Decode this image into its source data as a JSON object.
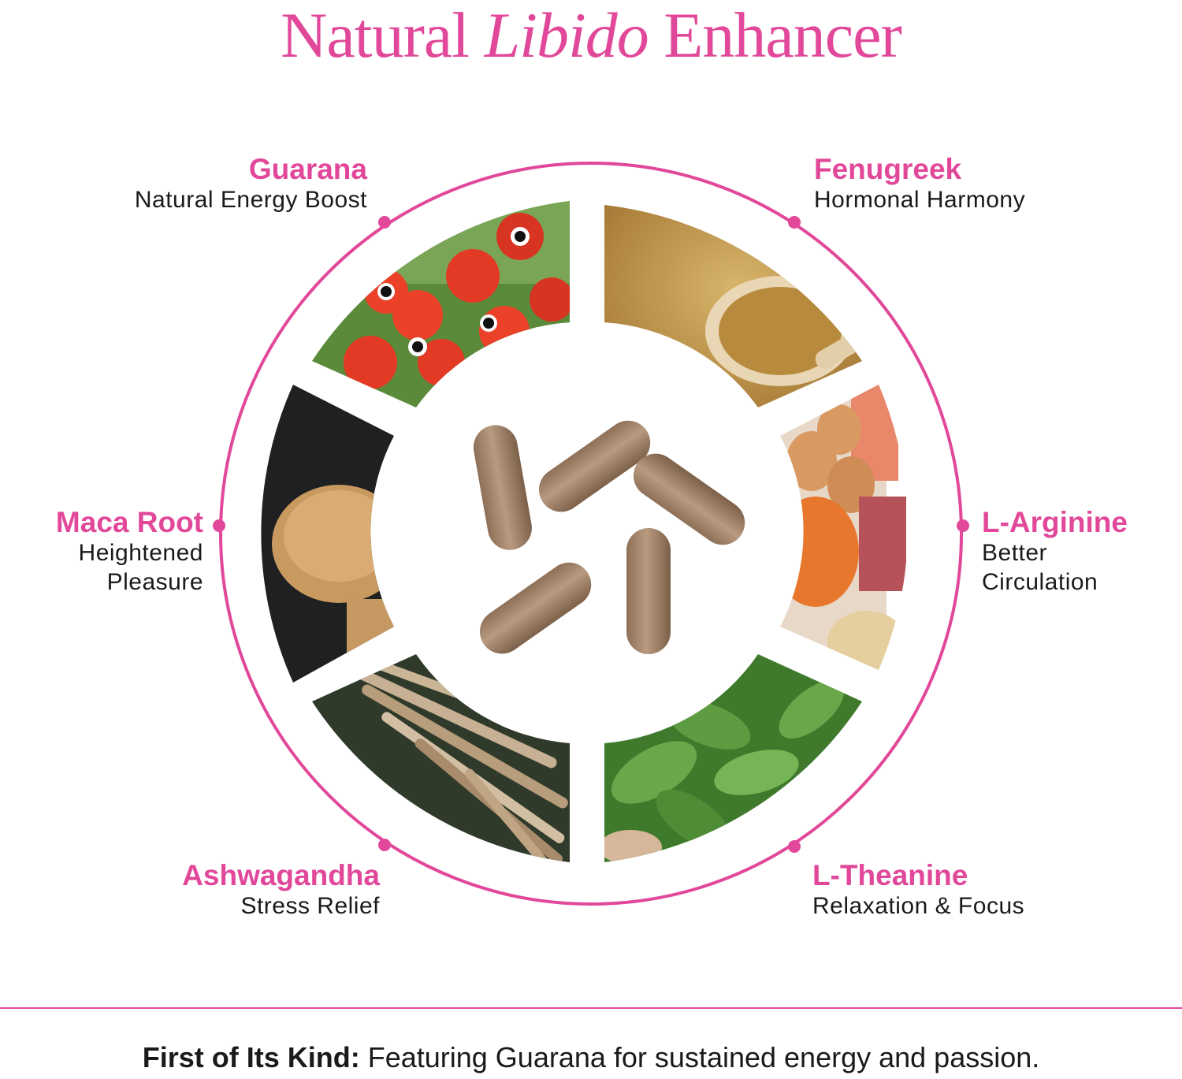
{
  "title": {
    "part1": "Natural",
    "part2": "Libido",
    "part3": "Enhancer"
  },
  "colors": {
    "accent": "#e2489a",
    "text": "#1a1a1a"
  },
  "ingredients": [
    {
      "name": "Guarana",
      "benefit": "Natural Energy Boost",
      "photo": "guarana-berries"
    },
    {
      "name": "Fenugreek",
      "benefit": "Hormonal Harmony",
      "photo": "fenugreek-seeds"
    },
    {
      "name": "L-Arginine",
      "benefit_line1": "Better",
      "benefit_line2": "Circulation",
      "photo": "eggs-meat-lentils"
    },
    {
      "name": "L-Theanine",
      "benefit": "Relaxation & Focus",
      "photo": "tea-leaves"
    },
    {
      "name": "Ashwagandha",
      "benefit": "Stress Relief",
      "photo": "ashwagandha-roots"
    },
    {
      "name": "Maca Root",
      "benefit_line1": "Heightened",
      "benefit_line2": "Pleasure",
      "photo": "maca-powder"
    }
  ],
  "center_image": "capsules",
  "footer": {
    "lead": "First of Its Kind:",
    "text": "Featuring Guarana for sustained energy and passion."
  }
}
